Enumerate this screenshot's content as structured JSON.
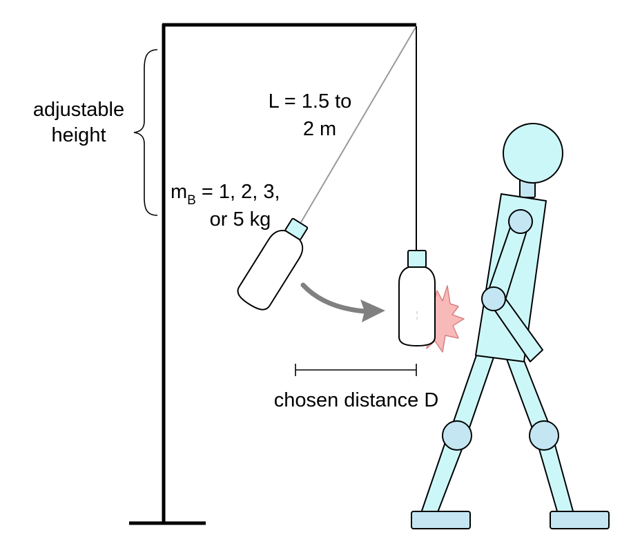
{
  "labels": {
    "adjustable_line1": "adjustable",
    "adjustable_line2": "height",
    "length_line1": "L = 1.5 to",
    "length_line2": "2 m",
    "mass_symbol": "m",
    "mass_subscript": "B",
    "mass_values": " = 1, 2, 3,",
    "mass_line2": "or 5 kg",
    "distance": "chosen distance D"
  },
  "colors": {
    "figure_fill": "#ccf7f9",
    "figure_joint": "#c3e6f2",
    "impact_fill": "#f8b9b9",
    "impact_stroke": "#d98080",
    "arrow": "#808080",
    "string": "#999999",
    "frame": "#000000"
  }
}
